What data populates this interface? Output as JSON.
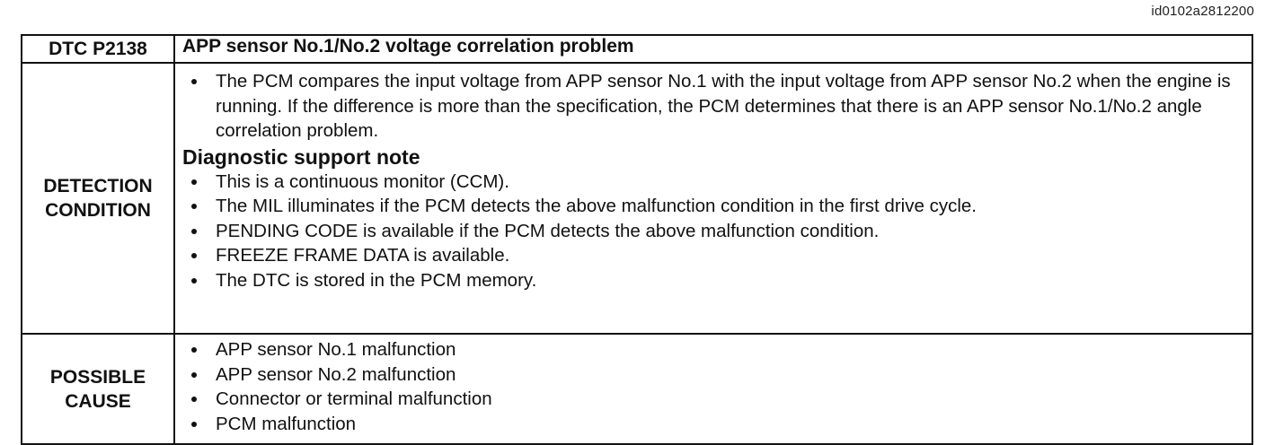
{
  "doc_id": "id0102a2812200",
  "header": {
    "code": "DTC P2138",
    "title": "APP sensor No.1/No.2 voltage correlation problem"
  },
  "detection": {
    "label_line1": "DETECTION",
    "label_line2": "CONDITION",
    "description": "The PCM compares the input voltage from APP sensor No.1 with the input voltage from APP sensor No.2 when the engine is running. If the difference is more than the specification, the PCM determines that there is an APP sensor No.1/No.2 angle correlation problem.",
    "note_heading": "Diagnostic support note",
    "notes": [
      "This is a continuous monitor (CCM).",
      "The MIL illuminates if the PCM detects the above malfunction condition in the first drive cycle.",
      "PENDING CODE is available if the PCM detects the above malfunction condition.",
      "FREEZE FRAME DATA is available.",
      "The DTC is stored in the PCM memory."
    ]
  },
  "cause": {
    "label_line1": "POSSIBLE",
    "label_line2": "CAUSE",
    "items": [
      "APP sensor No.1 malfunction",
      "APP sensor No.2 malfunction",
      "Connector or terminal malfunction",
      "PCM malfunction"
    ]
  }
}
